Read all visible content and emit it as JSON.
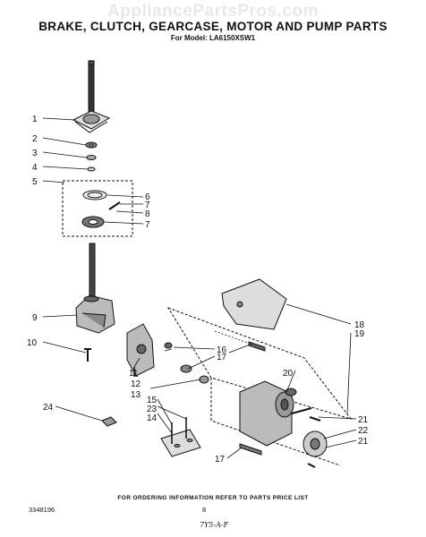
{
  "watermark": "AppliancePartsPros.com",
  "title": "BRAKE, CLUTCH, GEARCASE, MOTOR AND PUMP PARTS",
  "model": "For Model: LA6150XSW1",
  "callouts": {
    "c1": "1",
    "c2": "2",
    "c3": "3",
    "c4": "4",
    "c5": "5",
    "c6": "6",
    "c7a": "7",
    "c8": "8",
    "c7b": "7",
    "c9": "9",
    "c10": "10",
    "c11": "11",
    "c12": "12",
    "c13": "13",
    "c15": "15",
    "c23": "23",
    "c14": "14",
    "c16": "16",
    "c17a": "17",
    "c18": "18",
    "c19": "19",
    "c20": "20",
    "c21a": "21",
    "c22": "22",
    "c21b": "21",
    "c24": "24",
    "c17b": "17"
  },
  "footer": {
    "note": "FOR ORDERING INFORMATION REFER TO PARTS PRICE LIST",
    "doc_number": "3348196",
    "page": "8",
    "handwritten": "7Y5-A-F"
  }
}
